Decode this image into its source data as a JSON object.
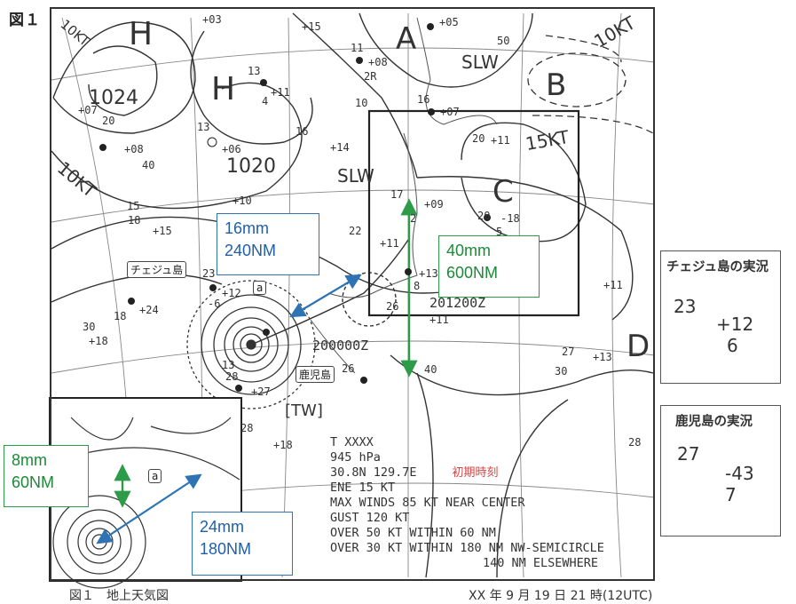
{
  "figure": {
    "label": "図１",
    "caption": "図１　地上天気図",
    "datetime": "XX 年 9 月 19 日 21 時(12UTC)"
  },
  "pressure_systems": [
    {
      "letter": "H",
      "value": "1024"
    },
    {
      "letter": "H",
      "value": "1020"
    },
    {
      "letter": "A"
    },
    {
      "letter": "B"
    },
    {
      "letter": "C"
    },
    {
      "letter": "D"
    }
  ],
  "motion_labels": [
    "10KT",
    "SLW",
    "SLW",
    "10KT",
    "15KT"
  ],
  "station_labels": {
    "jeju": "チェジュ島",
    "kagoshima": "鹿児島",
    "tw": "[TW]"
  },
  "station_numbers": [
    "+03",
    "+15",
    "+05",
    "50",
    "11",
    "+08",
    "2R",
    "13",
    "+11",
    "4",
    "16",
    "+07",
    "13",
    "+06",
    "+07",
    "20",
    "+08",
    "40",
    "16",
    "+14",
    "10",
    "+11",
    "20",
    "+10",
    "15",
    "18",
    "+15",
    "22",
    "+11",
    "17",
    "+09",
    "2",
    "20",
    "-18",
    "5",
    "23",
    "+12",
    "-6",
    "+13",
    "8",
    "+24",
    "18",
    "30",
    "+18",
    "26",
    "+11",
    "+11",
    "27",
    "+13",
    "30",
    "13",
    "28",
    "+27",
    "26",
    "28",
    "+18",
    "28"
  ],
  "typhoon_positions": [
    "201200Z",
    "200000Z"
  ],
  "latlon_label": "40",
  "typhoon_info": {
    "lines": [
      "T XXXX",
      "945 hPa",
      "30.8N 129.7E",
      "ENE 15 KT",
      "MAX WINDS 85 KT NEAR CENTER",
      "GUST 120 KT",
      "OVER 50 KT WITHIN 60 NM",
      "OVER 30 KT WITHIN 180 NM NW-SEMICIRCLE",
      "140 NM ELSEWHERE"
    ],
    "initial_time_note": "初期時刻"
  },
  "callouts": [
    {
      "line1": "16mm",
      "line2": "240NM",
      "color": "#2e74b5"
    },
    {
      "line1": "40mm",
      "line2": "600NM",
      "color": "#2e9b48"
    },
    {
      "line1": "8mm",
      "line2": "60NM",
      "color": "#2e9b48"
    },
    {
      "line1": "24mm",
      "line2": "180NM",
      "color": "#2e74b5"
    }
  ],
  "panels": {
    "jeju": {
      "title": "チェジュ島の実況",
      "pressure": "23",
      "temp": "+12",
      "tendency": "6"
    },
    "kagoshima": {
      "title": "鹿児島の実況",
      "pressure": "27",
      "temp": "-43",
      "weather": "7"
    }
  },
  "inset_marker": "a",
  "colors": {
    "blue_arrow": "#2e74b5",
    "green_arrow": "#2e9b48",
    "note_red": "#d64545"
  }
}
